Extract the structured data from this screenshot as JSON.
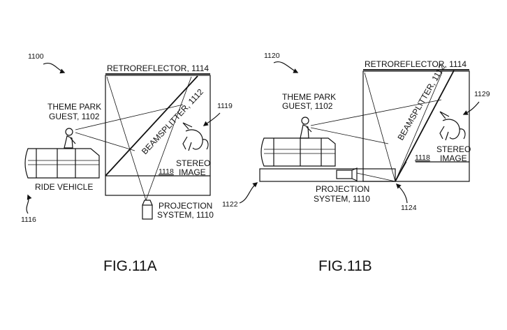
{
  "fig_a": {
    "ref_number": "1100",
    "retroreflector": "RETROREFLECTOR, 1114",
    "guest_line1": "THEME PARK",
    "guest_line2": "GUEST, 1102",
    "beamsplitter": "BEAMSPLITTER, 1112",
    "image_ref": "1119",
    "stereo_line1": "STEREO",
    "stereo_line2": "IMAGE",
    "screen_ref": "1118",
    "ride_vehicle": "RIDE VEHICLE",
    "vehicle_ref": "1116",
    "projection_line1": "PROJECTION",
    "projection_line2": "SYSTEM, 1110",
    "caption": "FIG.11A"
  },
  "fig_b": {
    "ref_number": "1120",
    "retroreflector": "RETROREFLECTOR, 1114",
    "guest_line1": "THEME PARK",
    "guest_line2": "GUEST, 1102",
    "beamsplitter": "BEAMSPLITTER, 1112",
    "image_ref": "1129",
    "stereo_line1": "STEREO",
    "stereo_line2": "IMAGE",
    "screen_ref": "1118",
    "projection_line1": "PROJECTION",
    "projection_line2": "SYSTEM, 1110",
    "platform_ref": "1122",
    "mirror_ref": "1124",
    "caption": "FIG.11B"
  }
}
